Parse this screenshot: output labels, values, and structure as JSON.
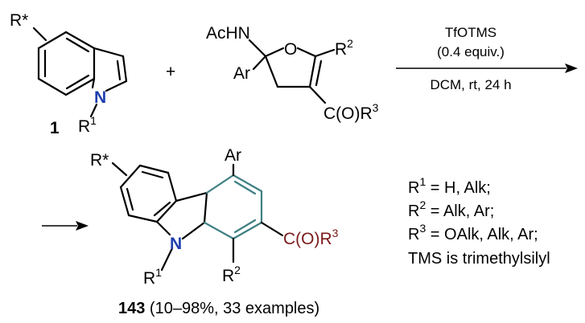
{
  "colors": {
    "bond": "#000000",
    "nitrogen": "#1f3fae",
    "new_ring": "#3f7f83",
    "carbonyl_substituent": "#7a1a1a"
  },
  "indole": {
    "substituent": "R*",
    "nitrogen": "N",
    "n_sub_base": "R",
    "n_sub_sup": "1",
    "compound_number": "1"
  },
  "plus_sign": "+",
  "furan": {
    "acetamido": "AcHN",
    "oxygen": "O",
    "aryl": "Ar",
    "r2_base": "R",
    "r2_sup": "2",
    "ester_text": "C(O)R",
    "ester_sup": "3"
  },
  "conditions": {
    "reagent": "TfOTMS",
    "amount": "(0.4 equiv.)",
    "solvent_time": "DCM, rt, 24 h"
  },
  "product": {
    "substituent": "R*",
    "aryl": "Ar",
    "nitrogen": "N",
    "n_sub_base": "R",
    "n_sub_sup": "1",
    "r2_base": "R",
    "r2_sup": "2",
    "ester_text": "C(O)R",
    "ester_sup": "3",
    "compound_number": "143",
    "yield_note": " (10–98%, 33 examples)"
  },
  "definitions": {
    "r1_base": "R",
    "r1_sup": "1",
    "r1_value": " = H, Alk;",
    "r2_base": "R",
    "r2_sup": "2",
    "r2_value": " = Alk, Ar;",
    "r3_base": "R",
    "r3_sup": "3",
    "r3_value": " = OAlk, Alk, Ar;",
    "tms_note": "TMS is trimethylsilyl"
  }
}
